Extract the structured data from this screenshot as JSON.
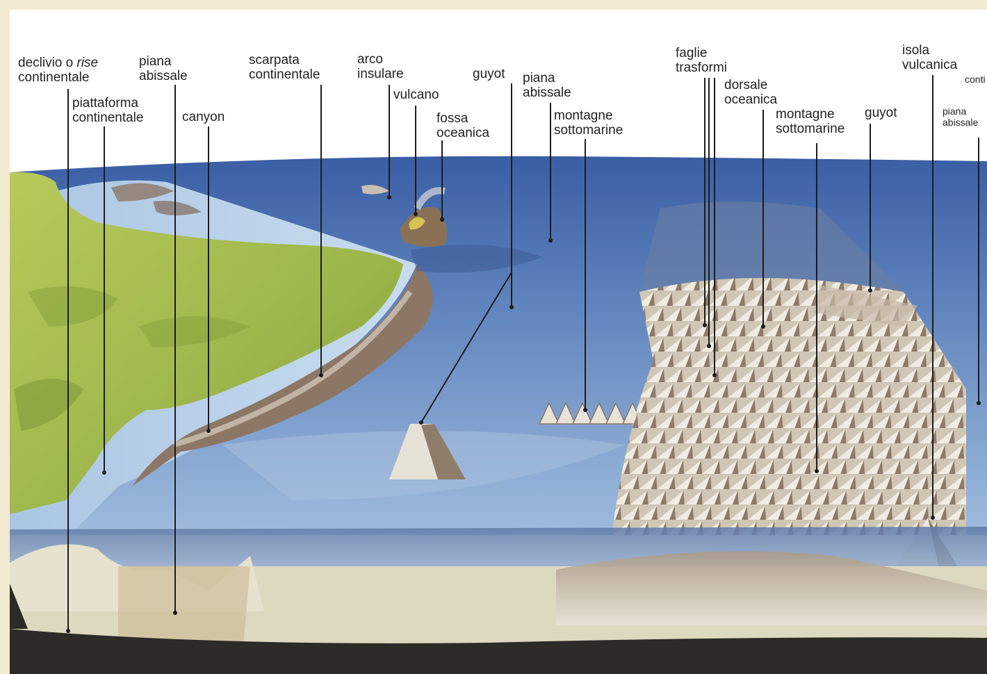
{
  "labels": {
    "declivio": {
      "line1_a": "declivio o ",
      "line1_rise": "rise",
      "line2": "continentale"
    },
    "piattaforma": {
      "line1": "piattaforma",
      "line2": "continentale"
    },
    "piana_abissale_left": {
      "line1": "piana",
      "line2": "abissale"
    },
    "canyon": {
      "line1": "canyon"
    },
    "scarpata": {
      "line1": "scarpata",
      "line2": "continentale"
    },
    "arco": {
      "line1": "arco",
      "line2": "insulare"
    },
    "vulcano": {
      "line1": "vulcano"
    },
    "fossa": {
      "line1": "fossa",
      "line2": "oceanica"
    },
    "guyot_left": {
      "line1": "guyot"
    },
    "piana_abissale_mid": {
      "line1": "piana",
      "line2": "abissale"
    },
    "montagne_mid": {
      "line1": "montagne",
      "line2": "sottomarine"
    },
    "faglie": {
      "line1": "faglie",
      "line2": "trasformi"
    },
    "dorsale": {
      "line1": "dorsale",
      "line2": "oceanica"
    },
    "montagne_right": {
      "line1": "montagne",
      "line2": "sottomarine"
    },
    "guyot_right": {
      "line1": "guyot"
    },
    "isola": {
      "line1": "isola",
      "line2": "vulcanica"
    },
    "piana_abissale_edge": {
      "line1": "piana",
      "line2": "abissale"
    },
    "conti_edge": {
      "line1": "conti"
    }
  },
  "colors": {
    "frame": "#f3ead2",
    "sky": "#ffffff",
    "ocean_deep": "#3f63a6",
    "ocean_mid": "#6f93c7",
    "ocean_light": "#a7c3e2",
    "land_green": "#9cba4e",
    "land_yellow": "#c4cf5a",
    "ridge_brown": "#8a7360",
    "section_dark": "#2b2a26",
    "section_sand": "#ddd8c0"
  }
}
